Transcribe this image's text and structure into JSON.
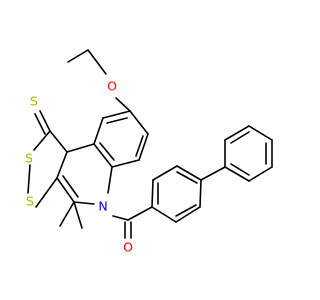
{
  "molecule": {
    "atoms": {
      "o_ethoxy": "O",
      "s_thione": "S",
      "s_ring_top": "S",
      "s_ring_bottom": "S",
      "n_ring": "N",
      "o_carbonyl": "O"
    }
  },
  "colors": {
    "bond": "#000000",
    "oxygen": "#ff0000",
    "nitrogen": "#0000ff",
    "sulfur": "#b2b200"
  }
}
